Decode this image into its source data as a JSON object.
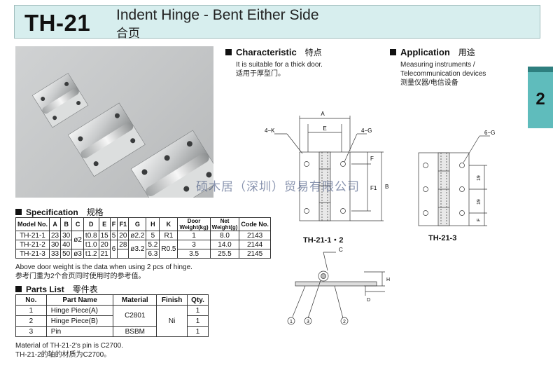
{
  "header": {
    "model": "TH-21",
    "title_en": "Indent Hinge - Bent Either Side",
    "title_cn": "合页"
  },
  "tab": {
    "number": "2"
  },
  "characteristic": {
    "title": "Characteristic",
    "title_cn": "特点",
    "line1": "It is suitable for a thick door.",
    "line2": "适用于厚型门。"
  },
  "application": {
    "title": "Application",
    "title_cn": "用途",
    "line1": "Measuring instruments /",
    "line2": "Telecommunication devices",
    "line3": "测量仪器/电信设备"
  },
  "specification": {
    "title": "Specification",
    "title_cn": "规格",
    "headers": [
      "Model No.",
      "A",
      "B",
      "C",
      "D",
      "E",
      "F",
      "F1",
      "G",
      "H",
      "K",
      "Door Weight(kg)",
      "Net Weight(g)",
      "Code No."
    ],
    "rows": [
      {
        "model": "TH-21-1",
        "A": "23",
        "B": "30",
        "C": "ø2",
        "D": "t0.8",
        "E": "15",
        "F": "5",
        "F1": "20",
        "G": "ø2.2",
        "H": "5",
        "K": "R1",
        "door": "1",
        "net": "8.0",
        "code": "2143"
      },
      {
        "model": "TH-21-2",
        "A": "30",
        "B": "40",
        "D": "t1.0",
        "E": "20",
        "F": "6",
        "F1": "28",
        "G": "ø3.2",
        "H": "5.2",
        "K": "R0.5",
        "door": "3",
        "net": "14.0",
        "code": "2144"
      },
      {
        "model": "TH-21-3",
        "A": "33",
        "B": "50",
        "C": "ø3",
        "D": "t1.2",
        "E": "21",
        "F1": "",
        "H": "6.3",
        "door": "3.5",
        "net": "25.5",
        "code": "2145"
      }
    ],
    "note1": "Above door weight is the data when using 2 pcs of hinge.",
    "note2": "参考门重为2个合页同时使用时的参考值。"
  },
  "parts": {
    "title": "Parts List",
    "title_cn": "零件表",
    "headers": [
      "No.",
      "Part Name",
      "Material",
      "Finish",
      "Qty."
    ],
    "rows": [
      {
        "no": "1",
        "name": "Hinge Piece(A)",
        "material": "C2801",
        "finish": "Ni",
        "qty": "1"
      },
      {
        "no": "2",
        "name": "Hinge Piece(B)",
        "qty": "1"
      },
      {
        "no": "3",
        "name": "Pin",
        "material": "BSBM",
        "qty": "1"
      }
    ],
    "note1": "Material of TH-21-2's pin is C2700.",
    "note2": "TH-21-2的轴的材质为C2700。"
  },
  "drawings": {
    "caption_12": "TH-21-1・2",
    "caption_3": "TH-21-3",
    "labels": {
      "A": "A",
      "E": "E",
      "K": "4−K",
      "G4": "4−G",
      "F": "F",
      "F1": "F1",
      "B": "B",
      "G6": "6−G",
      "d19a": "19",
      "d19b": "19",
      "C": "C",
      "H": "H",
      "D": "D",
      "n1": "1",
      "n2": "2",
      "n3": "3"
    }
  },
  "watermark": "硕木居（深圳）贸易有限公司"
}
